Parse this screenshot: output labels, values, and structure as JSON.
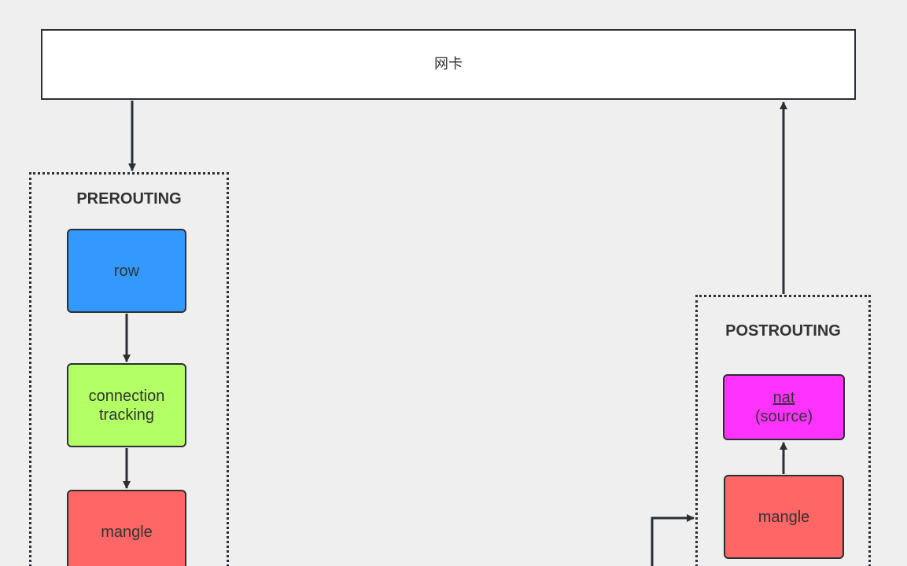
{
  "nic": {
    "label": "网卡"
  },
  "prerouting": {
    "title": "PREROUTING",
    "row_label": "row",
    "conntrack_line1": "connection",
    "conntrack_line2": "tracking",
    "mangle_label": "mangle"
  },
  "postrouting": {
    "title": "POSTROUTING",
    "nat_line1": "nat",
    "nat_line2": "(source)",
    "mangle_label": "mangle"
  },
  "colors": {
    "background": "#efefef",
    "stroke": "#2b2f33",
    "row": "#3399ff",
    "conntrack": "#b3ff66",
    "mangle": "#ff6666",
    "nat": "#ff33ff",
    "nic": "#ffffff"
  }
}
